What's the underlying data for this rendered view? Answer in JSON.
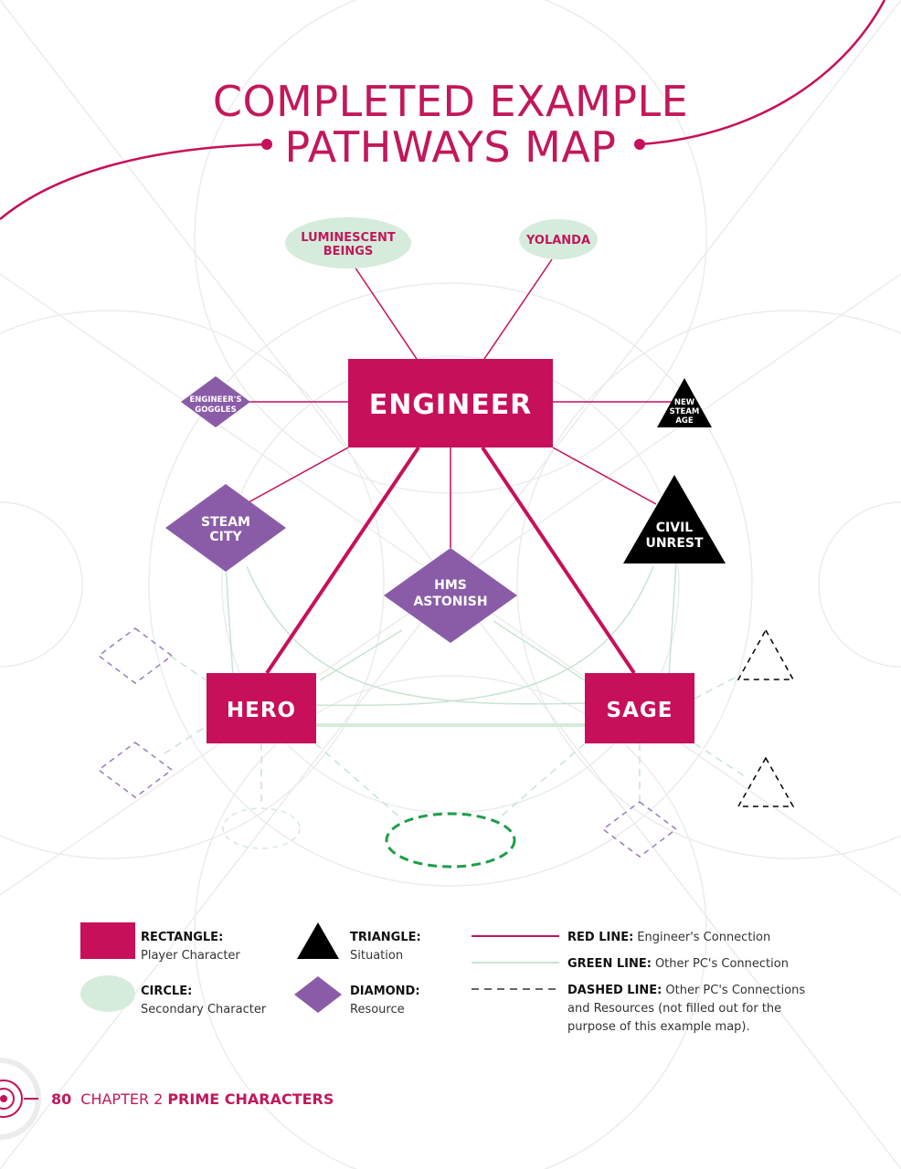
{
  "title": {
    "line1": "COMPLETED EXAMPLE",
    "line2": "PATHWAYS MAP"
  },
  "colors": {
    "red": "#c70f5a",
    "purple": "#8a5ca8",
    "green_light": "#d5ebdc",
    "green_line": "#c9e4d2",
    "green_dashed": "#1e9e4a",
    "black": "#000000",
    "accent_text": "#c2185b"
  },
  "nodes": {
    "engineer": "ENGINEER",
    "hero": "HERO",
    "sage": "SAGE",
    "luminescent_1": "LUMINESCENT",
    "luminescent_2": "BEINGS",
    "yolanda": "YOLANDA",
    "goggles_1": "ENGINEER'S",
    "goggles_2": "GOGGLES",
    "steam_age_1": "NEW",
    "steam_age_2": "STEAM",
    "steam_age_3": "AGE",
    "steam_city_1": "STEAM",
    "steam_city_2": "CITY",
    "civil_unrest_1": "CIVIL",
    "civil_unrest_2": "UNREST",
    "hms_1": "HMS",
    "hms_2": "ASTONISH"
  },
  "legend": {
    "rect_head": "RECTANGLE:",
    "rect_text": "Player Character",
    "circle_head": "CIRCLE:",
    "circle_text": "Secondary Character",
    "tri_head": "TRIANGLE:",
    "tri_text": "Situation",
    "diamond_head": "DIAMOND:",
    "diamond_text": "Resource",
    "red_head": "RED LINE:",
    "red_text": "Engineer's Connection",
    "green_head": "GREEN LINE:",
    "green_text": "Other PC's Connection",
    "dashed_head": "DASHED LINE:",
    "dashed_text_1": "Other PC's Connections",
    "dashed_text_2": "and Resources (not filled out for the",
    "dashed_text_3": "purpose of this example map)."
  },
  "footer": {
    "page": "80",
    "chapter": "CHAPTER 2",
    "section": "PRIME CHARACTERS"
  }
}
